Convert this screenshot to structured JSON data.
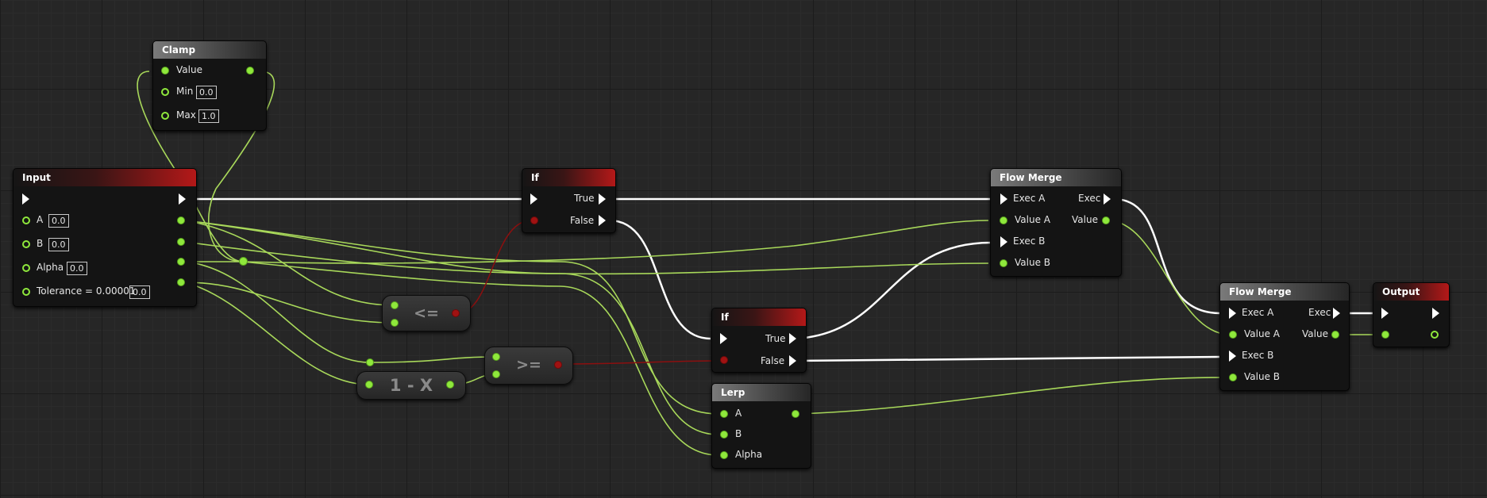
{
  "clamp": {
    "title": "Clamp",
    "value": "Value",
    "min": "Min",
    "min_val": "0.0",
    "max": "Max",
    "max_val": "1.0"
  },
  "input": {
    "title": "Input",
    "a": "A",
    "a_val": "0.0",
    "b": "B",
    "b_val": "0.0",
    "alpha": "Alpha",
    "alpha_val": "0.0",
    "tolerance": "Tolerance = 0.00001",
    "tolerance_val": "0.0"
  },
  "if1": {
    "title": "If",
    "true_label": "True",
    "false_label": "False"
  },
  "if2": {
    "title": "If",
    "true_label": "True",
    "false_label": "False"
  },
  "lerp": {
    "title": "Lerp",
    "a": "A",
    "b": "B",
    "alpha": "Alpha"
  },
  "flow_merge1": {
    "title": "Flow Merge",
    "exec_a": "Exec A",
    "value_a": "Value A",
    "exec_b": "Exec B",
    "value_b": "Value B",
    "exec_out": "Exec",
    "value_out": "Value"
  },
  "flow_merge2": {
    "title": "Flow Merge",
    "exec_a": "Exec A",
    "value_a": "Value A",
    "exec_b": "Exec B",
    "value_b": "Value B",
    "exec_out": "Exec",
    "value_out": "Value"
  },
  "output": {
    "title": "Output"
  },
  "ops": {
    "le": "<=",
    "ge": ">=",
    "one_minus": "1 - X"
  },
  "colors": {
    "exec_wire": "#ffffff",
    "float_wire": "#a8d85a",
    "bool_wire": "#8c0f0f",
    "float_pin": "#8fe83c",
    "bool_pin": "#a01212",
    "header_red": "#b41818"
  }
}
